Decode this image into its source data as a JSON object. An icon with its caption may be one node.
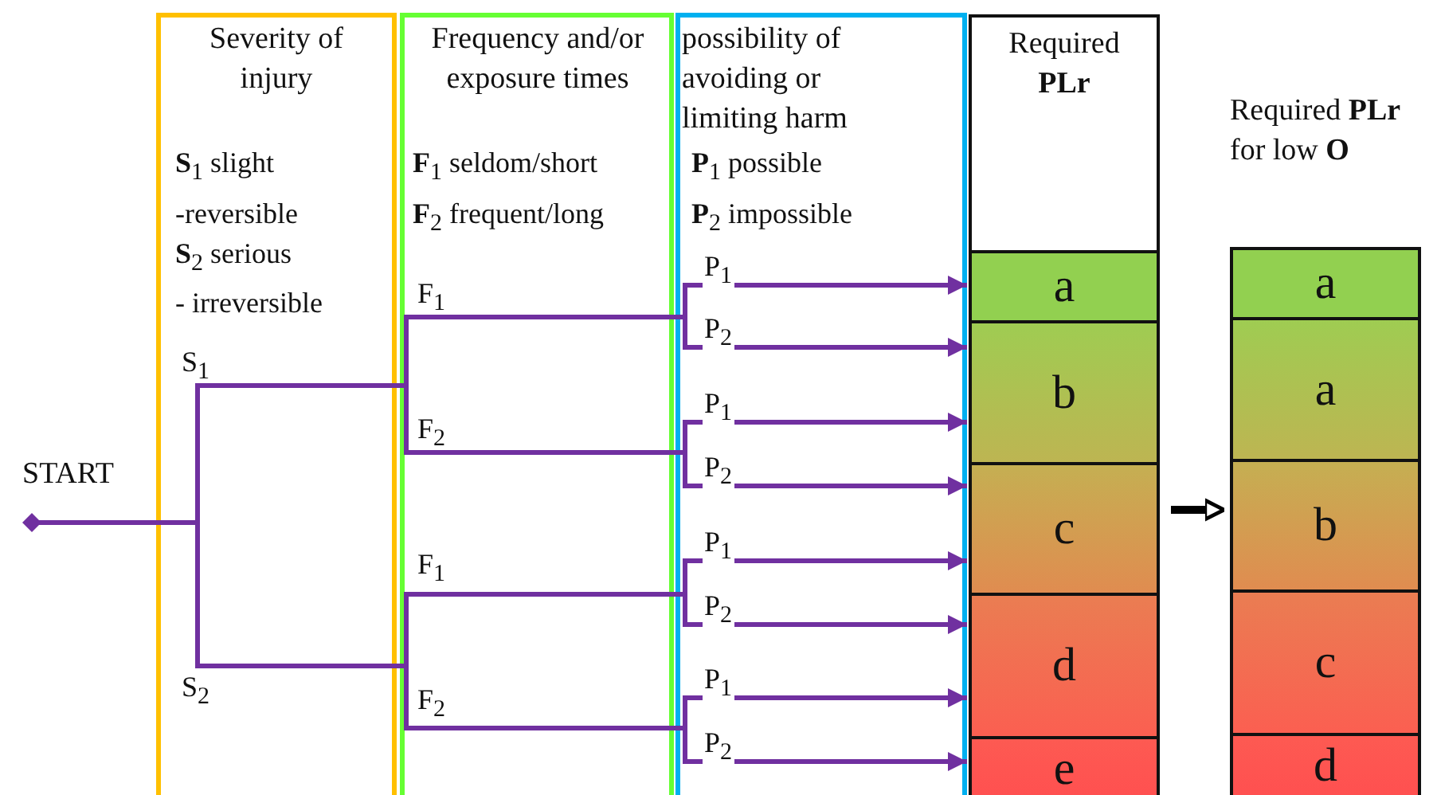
{
  "diagram": {
    "nodes": [
      {
        "text": [
          "Severity of injury",
          "**S**$_{1}$ slight",
          "-reversible",
          "**S**$_{2}$ serious",
          "- irreversible"
        ]
      },
      {
        "text": [
          "Frequency and/or exposure times",
          "**F**$_{1}$ seldom/short",
          "**F**$_{2}$ frequent/long"
        ]
      },
      {
        "text": [
          "possibility of avoiding or limiting harm",
          "**P**$_{1}$ possible",
          "**P**$_{2}$ impossible"
        ]
      },
      {
        "text": [
          "Required **PLr**"
        ]
      },
      {
        "text": [
          "a"
        ],
        "in": 3
      },
      {
        "text": [
          "b"
        ],
        "in": 3
      },
      {
        "text": [
          "c"
        ],
        "in": 3
      },
      {
        "text": [
          "d"
        ],
        "in": 3
      },
      {
        "text": [
          "e"
        ],
        "in": 3
      },
      {
        "text": [
          "Required **PLr** for low **O**"
        ]
      },
      {
        "text": [
          "a"
        ],
        "in": 9
      },
      {
        "text": [
          "a"
        ],
        "in": 9
      },
      {
        "text": [
          "b"
        ],
        "in": 9
      },
      {
        "text": [
          "c"
        ],
        "in": 9
      },
      {
        "text": [
          "d"
        ],
        "in": 9
      },
      {
        "text": [
          "START"
        ]
      }
    ],
    "edges": [
      {
        "from": 15,
        "to": 4,
        "arrow": "to",
        "label": "P$_{1}$"
      },
      {
        "from": 15,
        "to": 5,
        "arrow": "to",
        "label": "P$_{2}$"
      },
      {
        "from": 15,
        "to": 5,
        "arrow": "to",
        "label": "P$_{1}$"
      },
      {
        "from": 15,
        "to": 6,
        "arrow": "to",
        "label": "P$_{2}$"
      },
      {
        "from": 15,
        "to": 6,
        "arrow": "to",
        "label": "P$_{1}$"
      },
      {
        "from": 15,
        "to": 7,
        "arrow": "to",
        "label": "P$_{2}$"
      },
      {
        "from": 15,
        "to": 7,
        "arrow": "to",
        "label": "P$_{1}$"
      },
      {
        "from": 15,
        "to": 8,
        "arrow": "to",
        "label": "P$_{2}$"
      },
      {
        "from": 3,
        "to": 9,
        "arrow": "to",
        "color": "#000000"
      }
    ],
    "labels": [
      "F$_{1}$",
      "S$_{1}$",
      "F$_{2}$",
      "F$_{1}$",
      "S$_{2}$",
      "F$_{2}$"
    ]
  }
}
